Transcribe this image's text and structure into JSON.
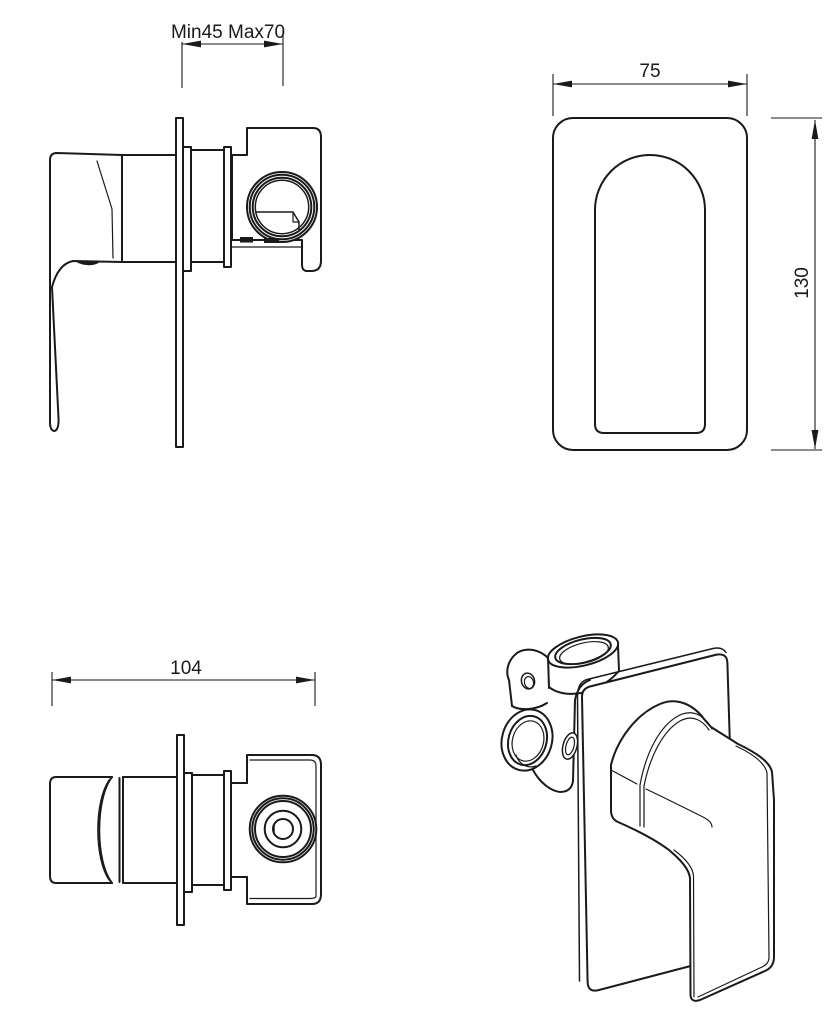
{
  "drawing": {
    "background_color": "#ffffff",
    "line_color": "#1a1a1a",
    "views": {
      "side": {
        "dimension_label": "Min45 Max70"
      },
      "front": {
        "width_label": "75",
        "height_label": "130"
      },
      "top": {
        "width_label": "104"
      },
      "isometric": {}
    }
  }
}
